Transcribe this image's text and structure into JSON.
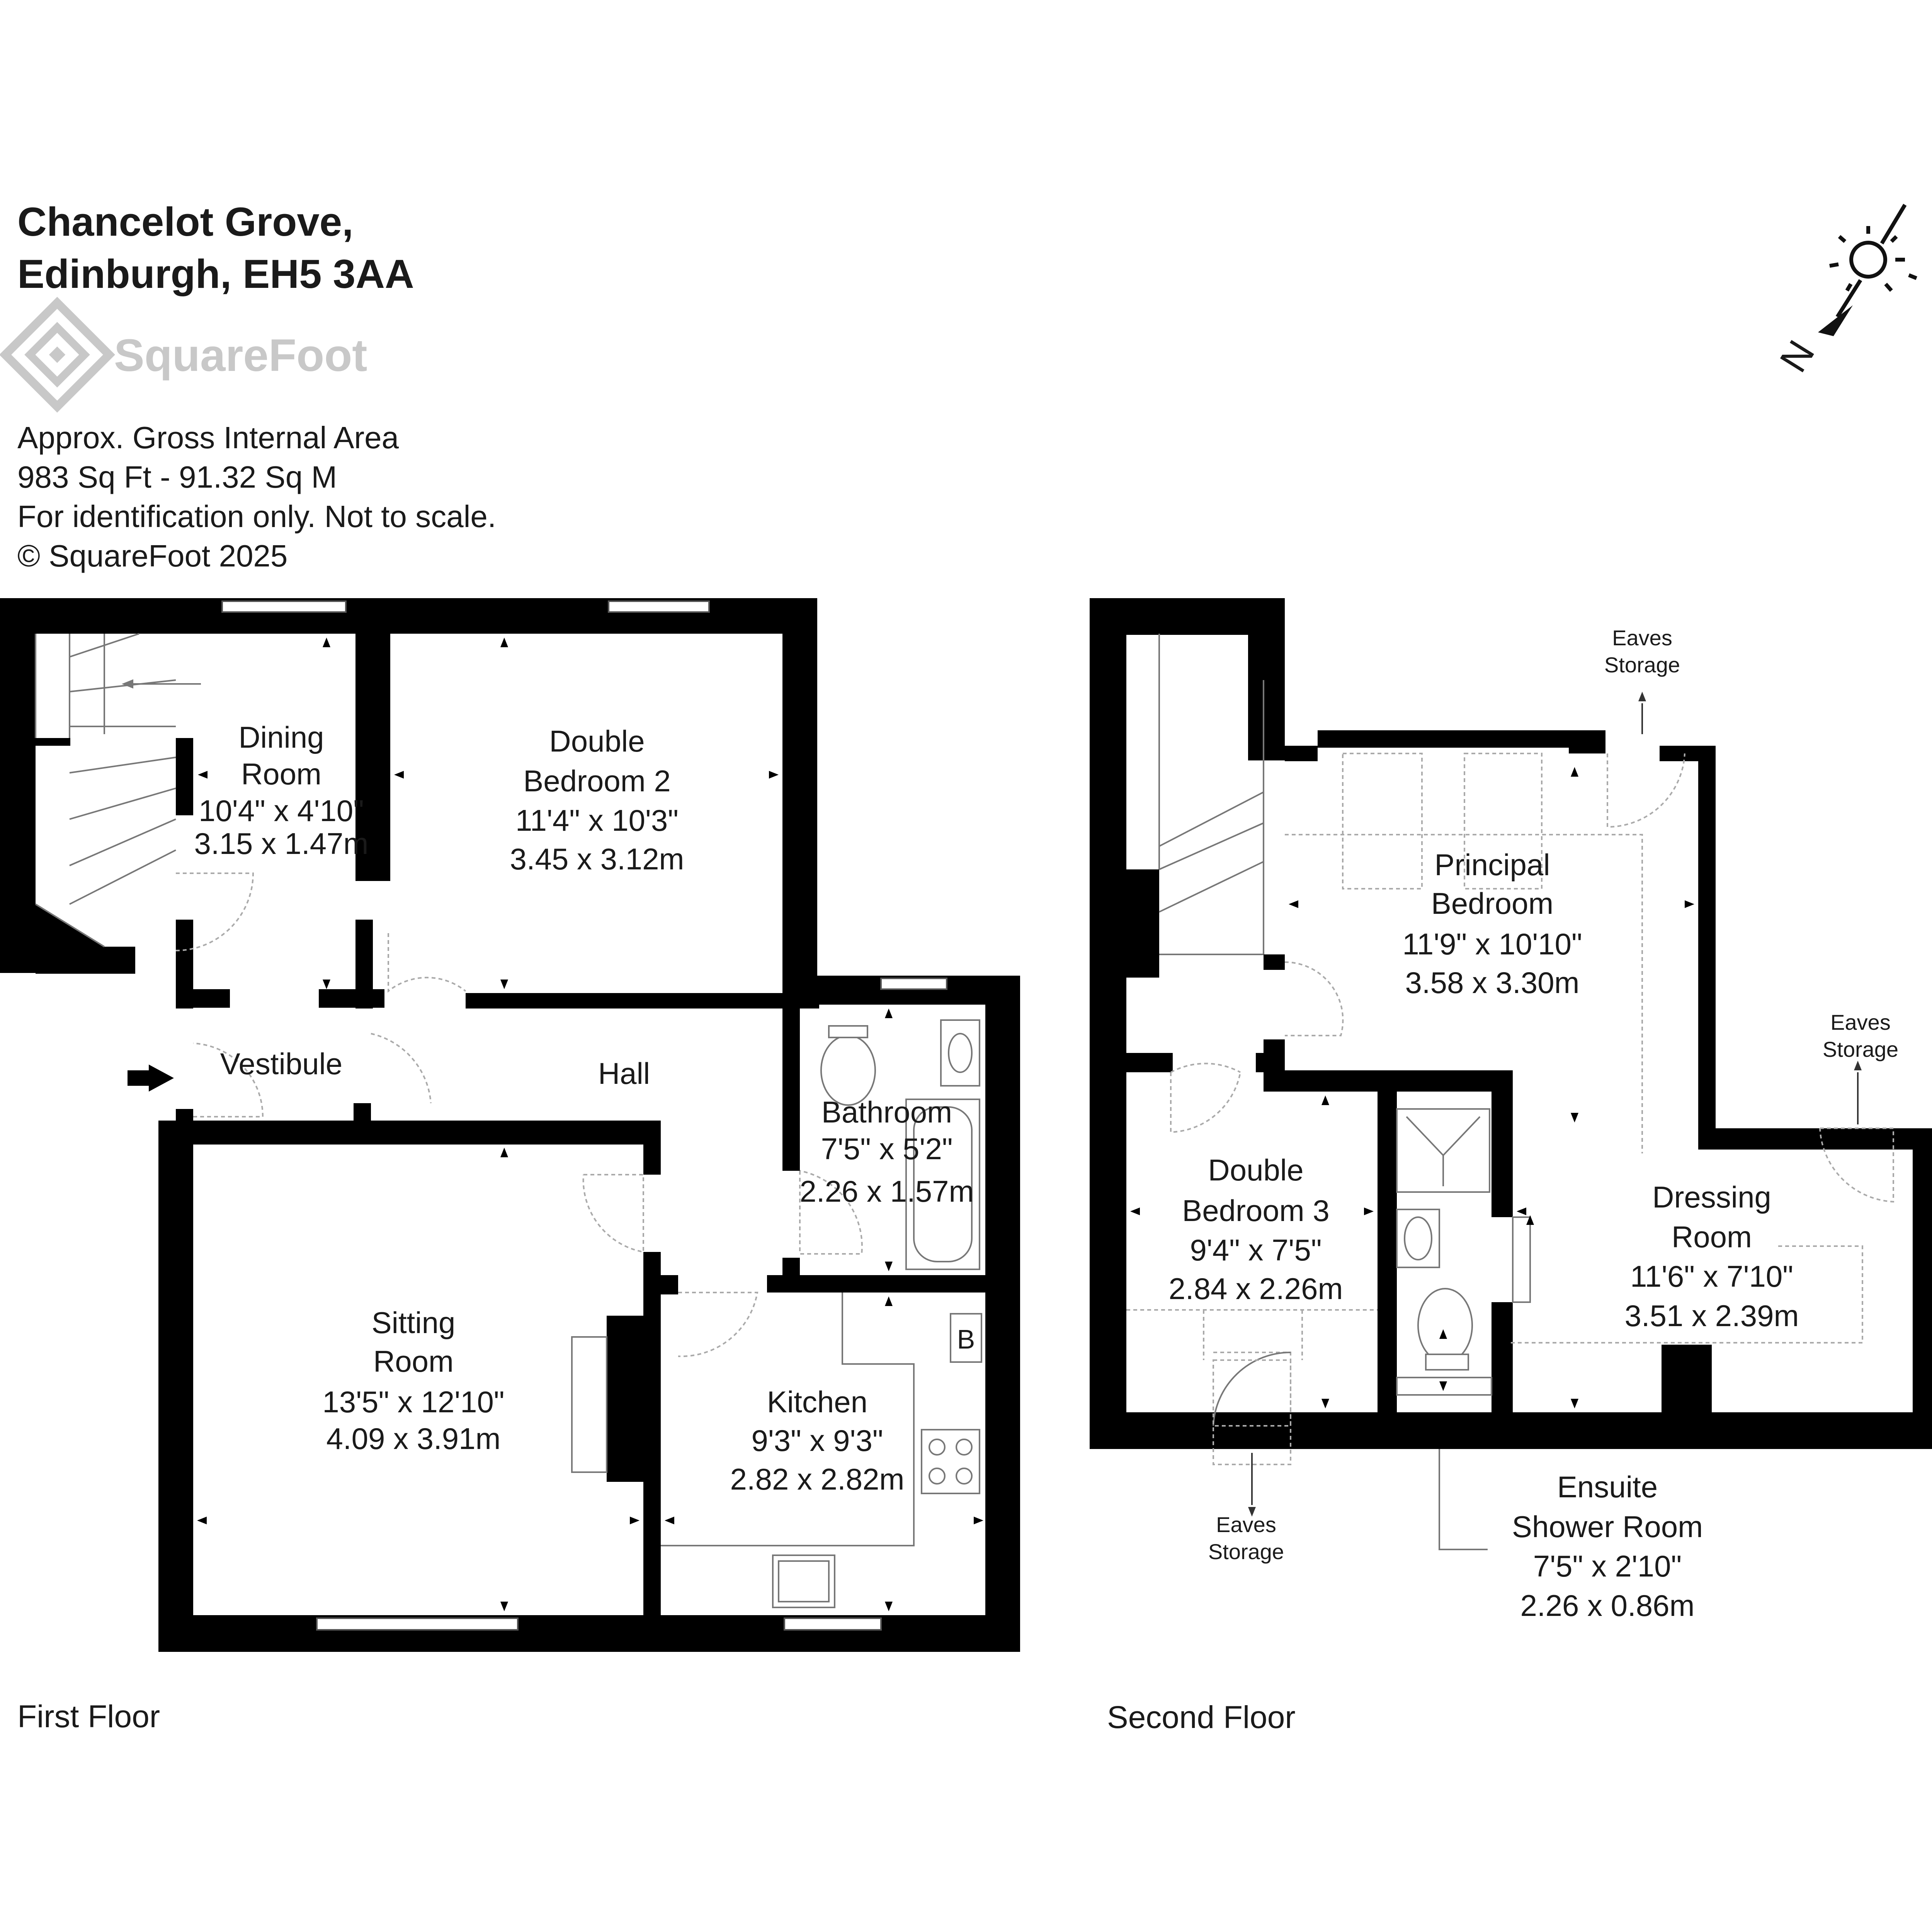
{
  "header": {
    "address_line1": "Chancelot Grove,",
    "address_line2": "Edinburgh, EH5 3AA",
    "brand": "SquareFoot",
    "area_label": "Approx. Gross Internal Area",
    "area_value": "983 Sq Ft  -  91.32 Sq M",
    "disclaimer": "For identification only. Not to scale.",
    "copyright": "© SquareFoot 2025"
  },
  "compass": {
    "label": "N"
  },
  "floors": {
    "first": {
      "label": "First Floor"
    },
    "second": {
      "label": "Second Floor"
    }
  },
  "rooms": {
    "dining": {
      "line1": "Dining",
      "line2": "Room",
      "imperial": "10'4\" x 4'10\"",
      "metric": "3.15 x 1.47m"
    },
    "bed2": {
      "line1": "Double",
      "line2": "Bedroom 2",
      "imperial": "11'4\" x 10'3\"",
      "metric": "3.45 x 3.12m"
    },
    "vestibule": {
      "name": "Vestibule"
    },
    "hall": {
      "name": "Hall"
    },
    "bathroom": {
      "name": "Bathroom",
      "imperial": "7'5\" x 5'2\"",
      "metric": "2.26 x 1.57m"
    },
    "sitting": {
      "line1": "Sitting",
      "line2": "Room",
      "imperial": "13'5\" x 12'10\"",
      "metric": "4.09 x 3.91m"
    },
    "kitchen": {
      "name": "Kitchen",
      "imperial": "9'3\" x 9'3\"",
      "metric": "2.82 x 2.82m",
      "boiler": "B"
    },
    "principal": {
      "line1": "Principal",
      "line2": "Bedroom",
      "imperial": "11'9\" x 10'10\"",
      "metric": "3.58 x 3.30m"
    },
    "bed3": {
      "line1": "Double",
      "line2": "Bedroom 3",
      "imperial": "9'4\" x 7'5\"",
      "metric": "2.84 x 2.26m"
    },
    "dressing": {
      "line1": "Dressing",
      "line2": "Room",
      "imperial": "11'6\" x 7'10\"",
      "metric": "3.51 x 2.39m"
    },
    "ensuite": {
      "line1": "Ensuite",
      "line2": "Shower Room",
      "imperial": "7'5\" x 2'10\"",
      "metric": "2.26 x 0.86m"
    }
  },
  "eaves": [
    {
      "line1": "Eaves",
      "line2": "Storage"
    },
    {
      "line1": "Eaves",
      "line2": "Storage"
    },
    {
      "line1": "Eaves",
      "line2": "Storage"
    }
  ]
}
